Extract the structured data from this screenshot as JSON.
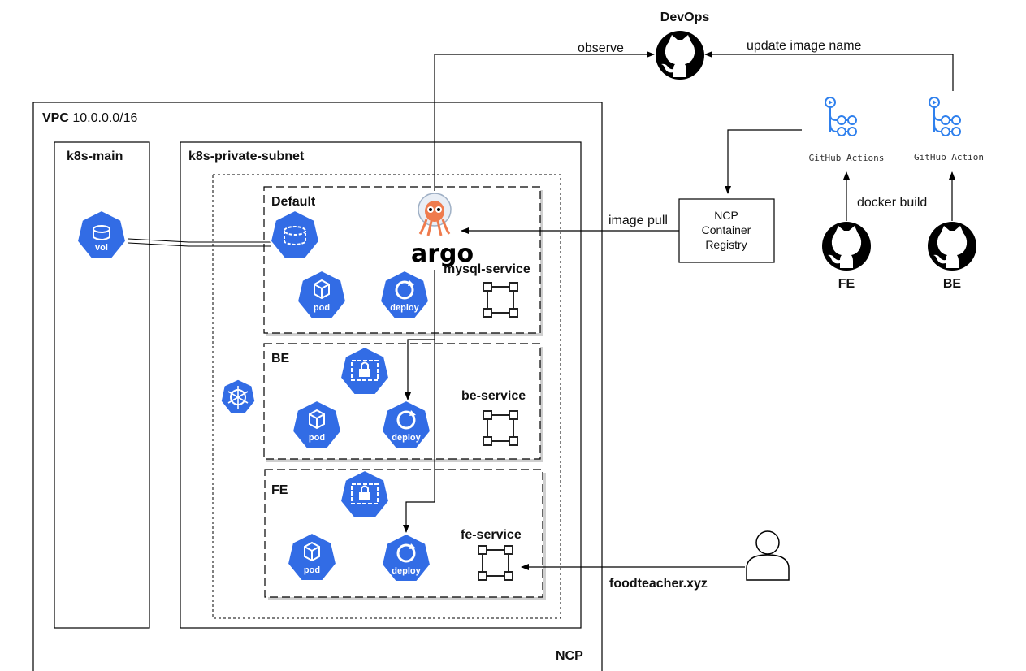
{
  "title": "DevOps",
  "vpc": {
    "label_bold": "VPC",
    "label_cidr": "10.0.0.0/16",
    "provider": "NCP"
  },
  "k8s_main": {
    "label": "k8s-main",
    "volume_icon_text": "vol"
  },
  "private_subnet": {
    "label": "k8s-private-subnet"
  },
  "namespaces": {
    "default": {
      "label": "Default",
      "service": "mysql-service",
      "pod": "pod",
      "deploy": "deploy"
    },
    "be": {
      "label": "BE",
      "service": "be-service",
      "pod": "pod",
      "deploy": "deploy"
    },
    "fe": {
      "label": "FE",
      "service": "fe-service",
      "pod": "pod",
      "deploy": "deploy"
    }
  },
  "argo": {
    "label": "argo"
  },
  "registry": {
    "line1": "NCP",
    "line2": "Container",
    "line3": "Registry"
  },
  "github_actions": [
    {
      "label": "GitHub Actions"
    },
    {
      "label": "GitHub Action"
    }
  ],
  "repos": [
    {
      "label": "FE"
    },
    {
      "label": "BE"
    }
  ],
  "edges": {
    "observe": "observe",
    "update_image": "update image name",
    "image_pull": "image pull",
    "docker_build": "docker build"
  },
  "user": {
    "domain": "foodteacher.xyz"
  },
  "colors": {
    "k8s_blue": "#326CE5",
    "argo_orange": "#EF7B4D",
    "gh_actions_blue": "#2F80ED",
    "line": "#000000"
  }
}
